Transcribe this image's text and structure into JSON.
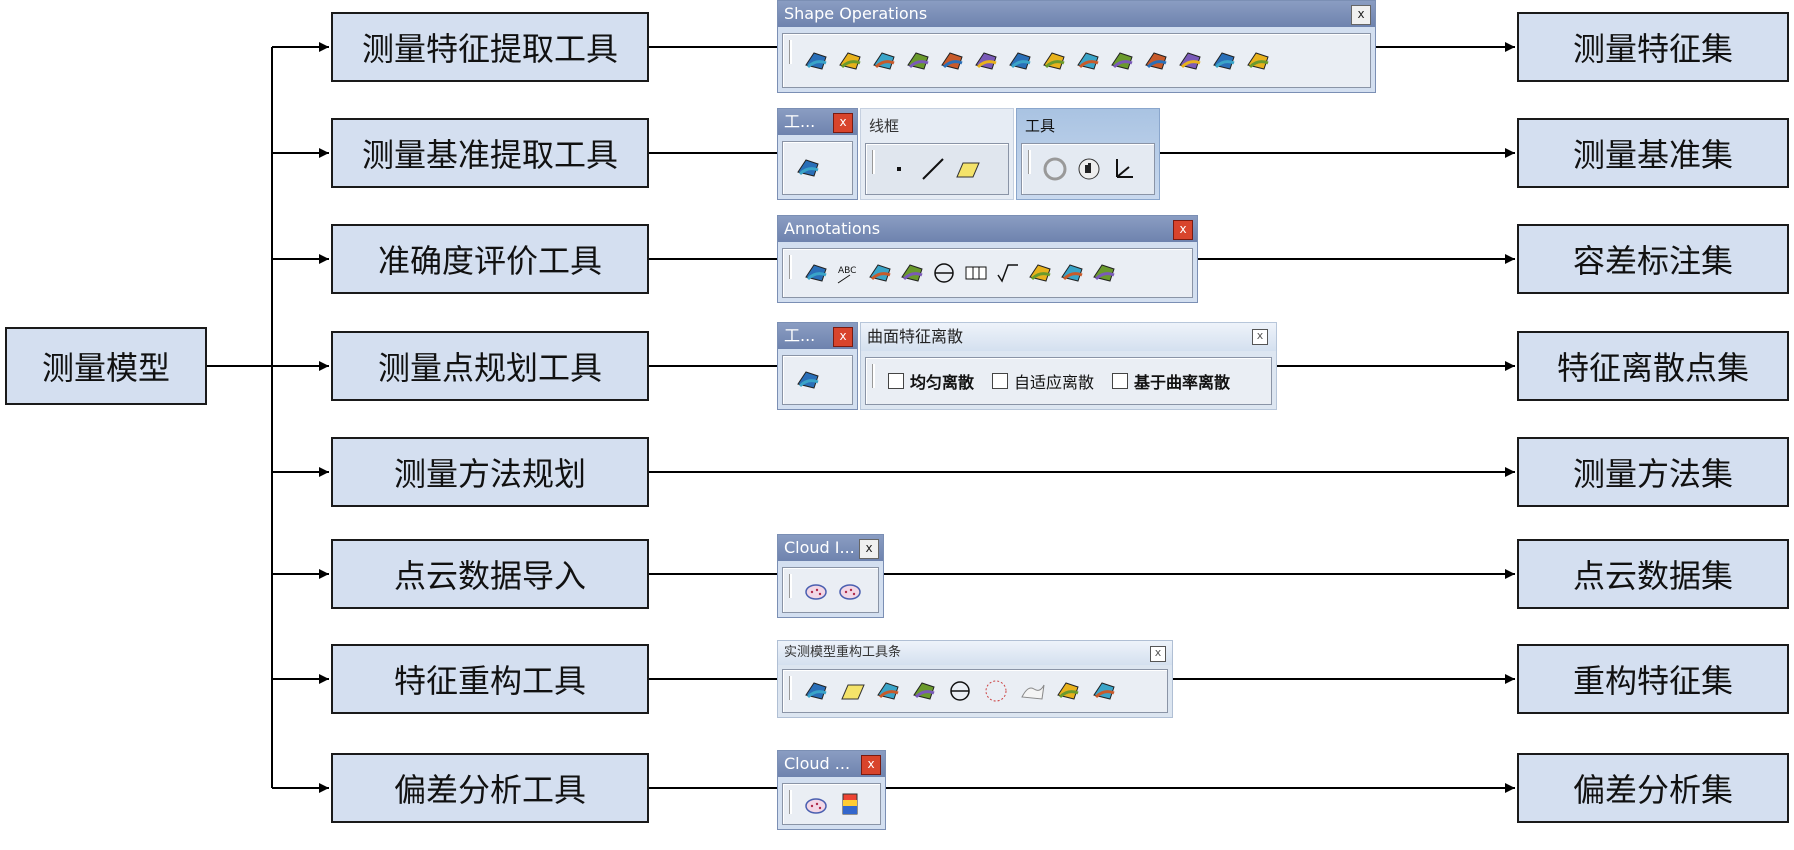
{
  "root": {
    "label": "测量模型"
  },
  "rows": [
    {
      "tool": "测量特征提取工具",
      "output": "测量特征集"
    },
    {
      "tool": "测量基准提取工具",
      "output": "测量基准集"
    },
    {
      "tool": "准确度评价工具",
      "output": "容差标注集"
    },
    {
      "tool": "测量点规划工具",
      "output": "特征离散点集"
    },
    {
      "tool": "测量方法规划",
      "output": "测量方法集"
    },
    {
      "tool": "点云数据导入",
      "output": "点云数据集"
    },
    {
      "tool": "特征重构工具",
      "output": "重构特征集"
    },
    {
      "tool": "偏差分析工具",
      "output": "偏差分析集"
    }
  ],
  "toolbars": {
    "shape_ops": {
      "title": "Shape Operations",
      "close": "x",
      "icons": [
        "join-surface-icon",
        "shell-icon",
        "connect-icon",
        "split-icon",
        "trim-icon",
        "fillet-icon",
        "variable-fillet-icon",
        "chamfer-icon",
        "pattern-icon",
        "sweep-icon",
        "blend-icon",
        "extrapolate-icon",
        "translate-icon",
        "layer-icon"
      ]
    },
    "datum": {
      "small_title": "工...",
      "close": "x",
      "wireframe_label": "线框",
      "wireframe_icons": [
        "point-icon",
        "line-icon",
        "plane-icon"
      ],
      "tools_label": "工具",
      "tools_icons": [
        "update-icon",
        "hand-icon",
        "axis-icon"
      ]
    },
    "annotations": {
      "title": "Annotations",
      "close": "x",
      "icons": [
        "datum-target-icon",
        "text-icon",
        "flag-icon",
        "datum-icon",
        "cylinder-icon",
        "frame-icon",
        "roughness-icon",
        "distance-icon",
        "dimension-icon",
        "camera-icon"
      ]
    },
    "discretize": {
      "small_title": "工...",
      "close": "x",
      "title": "曲面特征离散",
      "close2": "x",
      "options": [
        "均匀离散",
        "自适应离散",
        "基于曲率离散"
      ]
    },
    "cloud_import": {
      "title": "Cloud I...",
      "close": "x",
      "icons": [
        "cloud-import-icon",
        "cloud-export-icon"
      ]
    },
    "reconstruct": {
      "title": "实测模型重构工具条",
      "close": "x",
      "icons": [
        "solid-icon",
        "plane-fit-icon",
        "sphere-fit-icon",
        "surface-fit-icon",
        "cylinder-fit-icon",
        "circle-icon",
        "freeform-icon",
        "project-icon",
        "arrow-icon"
      ]
    },
    "cloud_dev": {
      "title": "Cloud ...",
      "close": "x",
      "icons": [
        "deviation-icon",
        "color-map-icon"
      ]
    }
  },
  "colors": {
    "box_fill": "#d4dff0",
    "box_border": "#1a1a1a",
    "line": "#000000"
  }
}
